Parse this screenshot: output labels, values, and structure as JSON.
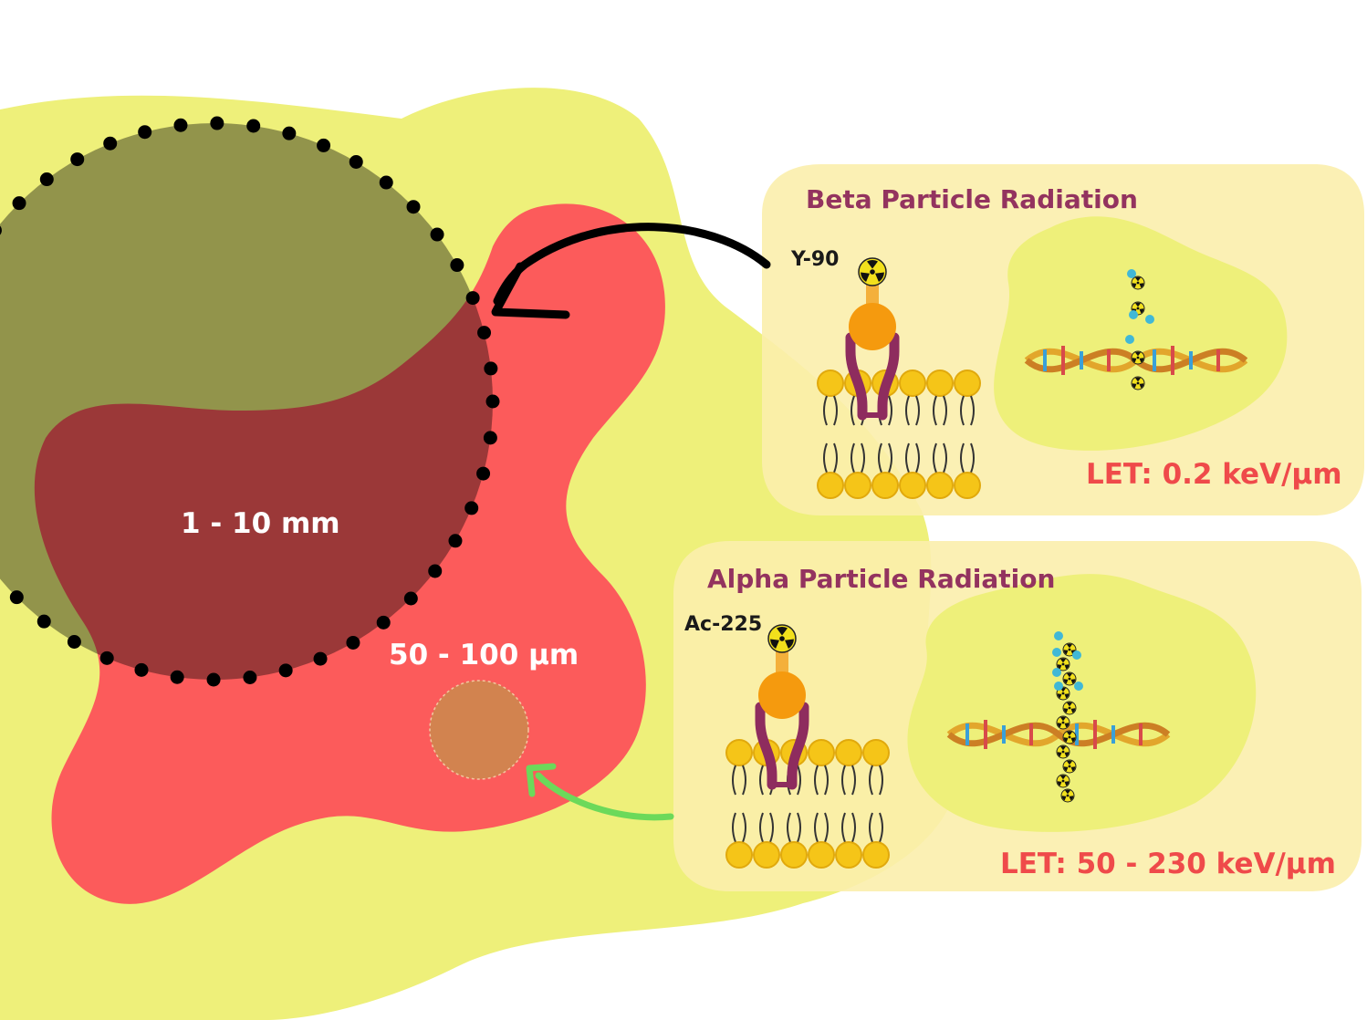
{
  "zones": {
    "beta_range": "1 - 10 mm",
    "alpha_range": "50 - 100 µm"
  },
  "beta_panel": {
    "title": "Beta Particle Radiation",
    "isotope": "Y-90",
    "let": "LET: 0.2 keV/µm"
  },
  "alpha_panel": {
    "title": "Alpha Particle Radiation",
    "isotope": "Ac-225",
    "let": "LET: 50 - 230 keV/µm"
  },
  "colors": {
    "tissue": "#eef07a",
    "tumor": "#fc5b5b",
    "beta_range_zone": "#8c8c8c",
    "alpha_target": "#d2834f",
    "panel": "#fbeeac",
    "panel_title": "#93335f",
    "let_text": "#ef4a4a",
    "beta_arrow": "#000000",
    "alpha_arrow": "#6cd95a"
  },
  "icons": [
    "radiation-icon",
    "dna-icon",
    "lipid-bilayer-icon",
    "antibody-icon"
  ]
}
